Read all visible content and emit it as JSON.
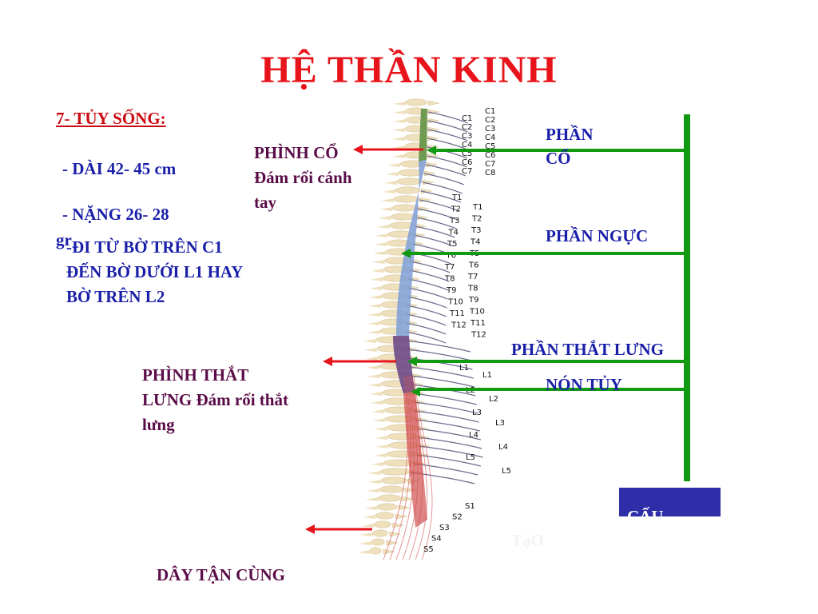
{
  "title": "HỆ THẦN KINH",
  "section_heading": "7- TỦY SỐNG:",
  "facts": {
    "length": "- DÀI 42- 45 cm",
    "weight": "- NẶNG 26- 28",
    "weight_unit": "gr",
    "extent": [
      "-ĐI TỪ BỜ TRÊN C1",
      "ĐẾN BỜ DƯỚI L1 HAY",
      "BỜ TRÊN L2"
    ]
  },
  "left_labels": {
    "cervical_enlargement": [
      "PHÌNH CỔ",
      "Đám rối cánh",
      "tay"
    ],
    "lumbar_enlargement": [
      "PHÌNH THẮT",
      "LƯNG Đám rối thắt",
      "lưng"
    ],
    "terminal_nerves": "DÂY TẬN CÙNG"
  },
  "right_labels": {
    "cervical_part": [
      "PHẦN",
      "CỔ"
    ],
    "thoracic_part": "PHẦN NGỰC",
    "lumbar_part": "PHẦN THẮT LƯNG",
    "conus": "NÓN TỦY"
  },
  "structure_box": {
    "label": "CẤU",
    "tail": "TạO"
  },
  "vertebra_labels": {
    "cervical_left": [
      "C1",
      "C2",
      "C3",
      "C4",
      "C5",
      "C6",
      "C7"
    ],
    "cervical_right": [
      "C1",
      "C2",
      "C3",
      "C4",
      "C5",
      "C6",
      "C7",
      "C8"
    ],
    "thoracic_left": [
      "T1",
      "T2",
      "T3",
      "T4",
      "T5",
      "T6",
      "T7",
      "T8",
      "T9",
      "T10",
      "T11",
      "T12"
    ],
    "thoracic_right": [
      "T1",
      "T2",
      "T3",
      "T4",
      "T5",
      "T6",
      "T7",
      "T8",
      "T9",
      "T10",
      "T11",
      "T12"
    ],
    "lumbar_left": [
      "L1",
      "L2",
      "L3",
      "L4",
      "L5"
    ],
    "lumbar_right": [
      "L1",
      "L2",
      "L3",
      "L4",
      "L5"
    ],
    "sacral": [
      "S1",
      "S2",
      "S3",
      "S4",
      "S5"
    ]
  },
  "colors": {
    "title": "#e8141b",
    "heading": "#cc0a12",
    "blue_text": "#1a1fa8",
    "purple_text": "#5a0c48",
    "green_bar": "#119a11",
    "red_arrow": "#e8141b",
    "cord_cervical": "#6f9a52",
    "cord_thoracic": "#7f9fd6",
    "cord_lumbar": "#6e4a86",
    "cord_sacral": "#d25050",
    "bone": "#efe0bd",
    "structure_box": "#2e2ea8"
  }
}
